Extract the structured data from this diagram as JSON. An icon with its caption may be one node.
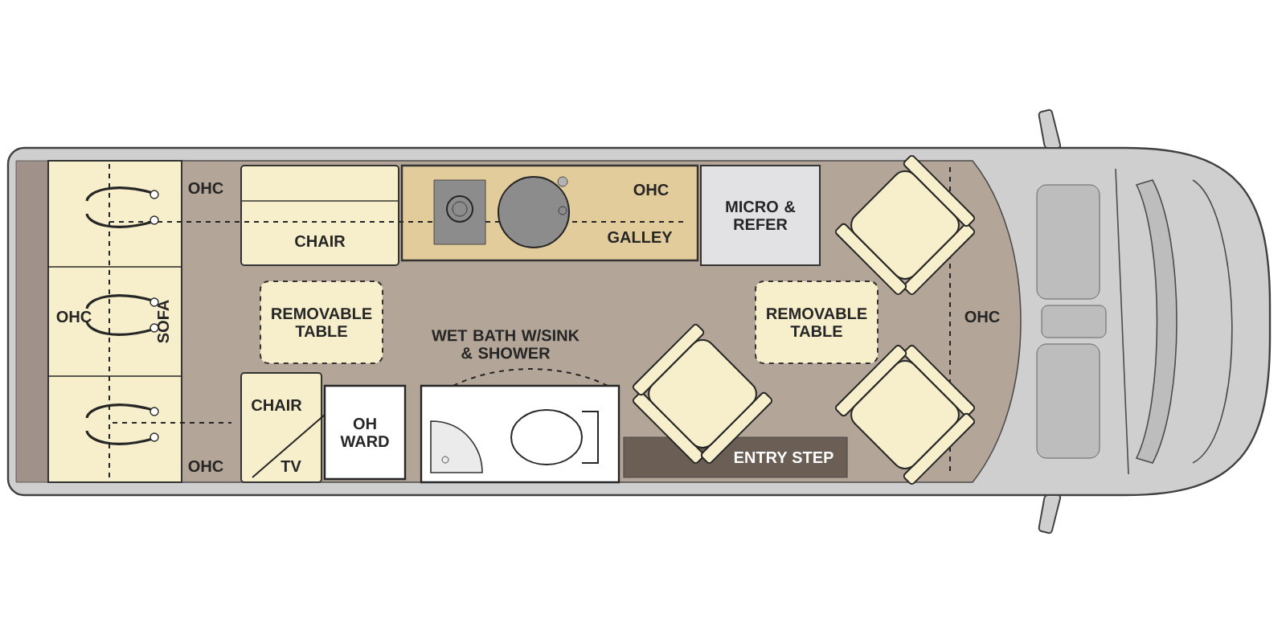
{
  "diagram": {
    "nodes": [
      {
        "text": [
          "SOFA"
        ]
      },
      {
        "text": [
          "CHAIR"
        ]
      },
      {
        "text": [
          "GALLEY"
        ]
      },
      {
        "text": [
          "MICRO & REFER"
        ]
      },
      {
        "text": [
          "REMOVABLE TABLE"
        ]
      },
      {
        "text": [
          "REMOVABLE TABLE"
        ]
      },
      {
        "text": [
          "CHAIR",
          "TV"
        ]
      },
      {
        "text": [
          "OH WARD"
        ]
      },
      {
        "text": [
          "WET BATH W/SINK & SHOWER"
        ]
      },
      {
        "text": [
          "ENTRY STEP"
        ]
      }
    ],
    "labels": [
      "OHC",
      "OHC",
      "OHC",
      "OHC",
      "OHC"
    ]
  }
}
